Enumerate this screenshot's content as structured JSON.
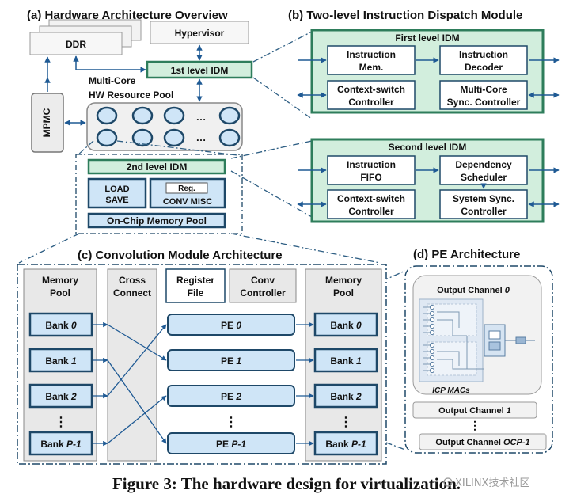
{
  "sections": {
    "a_title": "(a) Hardware Architecture Overview",
    "b_title": "(b) Two-level Instruction Dispatch Module",
    "c_title": "(c) Convolution Module Architecture",
    "d_title": "(d) PE Architecture"
  },
  "overview": {
    "ddr": "DDR",
    "hypervisor": "Hypervisor",
    "idm1": "1st level IDM",
    "pool_line1": "Multi-Core",
    "pool_line2": "HW Resource Pool",
    "mpmc": "MPMC",
    "ellipsis": "…",
    "idm2": "2nd  level IDM",
    "load_line1": "LOAD",
    "load_line2": "SAVE",
    "reg": "Reg.",
    "conv_misc": "CONV MISC",
    "onchip": "On-Chip Memory Pool"
  },
  "idm_first": {
    "title": "First level IDM",
    "b1_l1": "Instruction",
    "b1_l2": "Mem.",
    "b2_l1": "Instruction",
    "b2_l2": "Decoder",
    "b3_l1": "Context-switch",
    "b3_l2": "Controller",
    "b4_l1": "Multi-Core",
    "b4_l2": "Sync. Controller"
  },
  "idm_second": {
    "title": "Second level IDM",
    "b1_l1": "Instruction",
    "b1_l2": "FIFO",
    "b2_l1": "Dependency",
    "b2_l2": "Scheduler",
    "b3_l1": "Context-switch",
    "b3_l2": "Controller",
    "b4_l1": "System Sync.",
    "b4_l2": "Controller"
  },
  "conv": {
    "mem_l1": "Memory",
    "mem_l2": "Pool",
    "cross_l1": "Cross",
    "cross_l2": "Connect",
    "reg_l1": "Register",
    "reg_l2": "File",
    "ctrl_l1": "Conv",
    "ctrl_l2": "Controller",
    "bank_prefix": "Bank ",
    "pe_prefix": "PE ",
    "idx": [
      "0",
      "1",
      "2",
      "P-1"
    ],
    "dots": "⋮"
  },
  "pe": {
    "oc0_prefix": "Output Channel ",
    "oc0_idx": "0",
    "icp": "ICP MACs",
    "oc1_prefix": "Output Channel ",
    "oc1_idx": "1",
    "ocn_prefix": "Output Channel ",
    "ocn_idx": "OCP-1",
    "dots": "⋮"
  },
  "caption": "Figure 3: The hardware design for virtualization.",
  "watermark": "XILINX技术社区",
  "colors": {
    "green": "#2e7d5b",
    "green_fill": "#d2eedd",
    "navy": "#1e4868",
    "blue_fill": "#cfe5f7",
    "gray_fill": "#e8e8e8",
    "arrow": "#1f5a94"
  }
}
